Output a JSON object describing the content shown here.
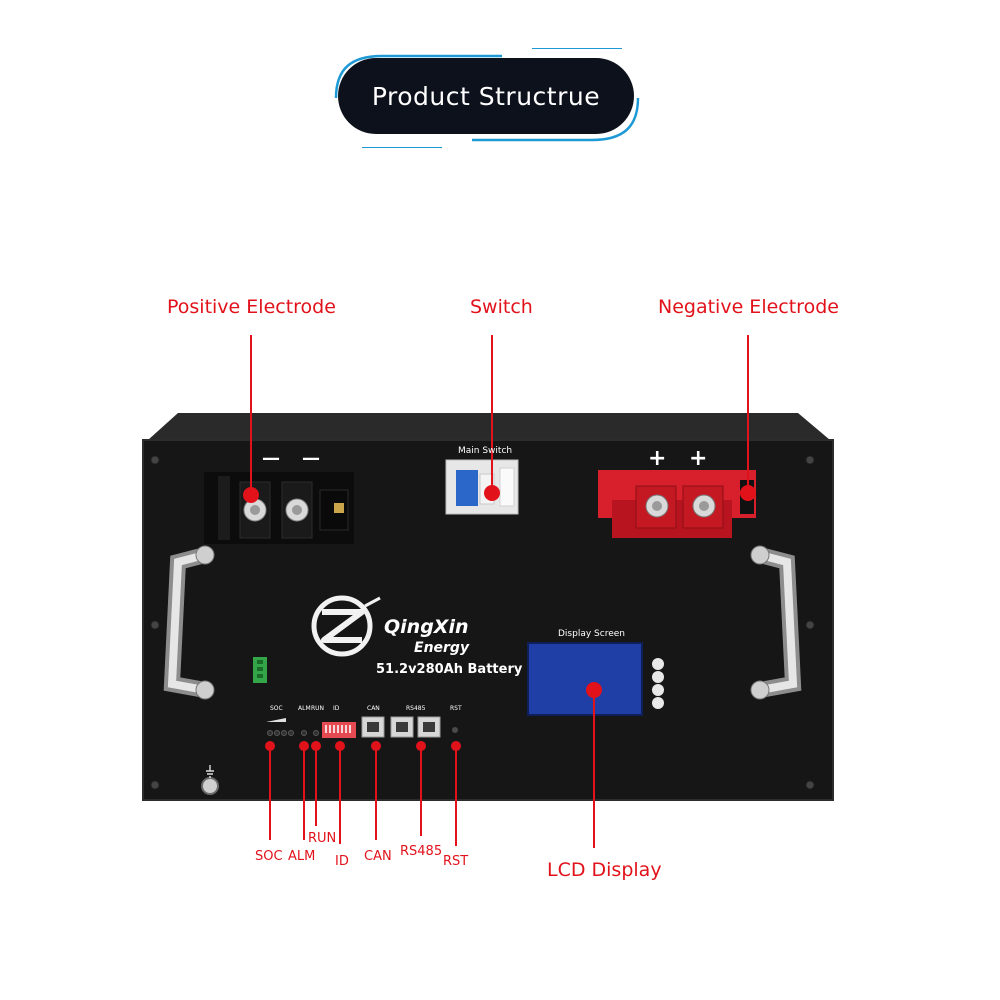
{
  "title": "Product Structrue",
  "panel": {
    "main_switch": "Main Switch",
    "brand_line1": "QingXin",
    "brand_line2": "Energy",
    "model": "51.2v280Ah Battery",
    "display_screen": "Display Screen",
    "neg_symbol": "—",
    "pos_symbol": "+",
    "ports": {
      "soc": "SOC",
      "alm": "ALM",
      "run": "RUN",
      "id": "ID",
      "can": "CAN",
      "rs485": "RS485",
      "rst": "RST"
    }
  },
  "callouts": {
    "positive_electrode": "Positive Electrode",
    "switch": "Switch",
    "negative_electrode": "Negative Electrode",
    "soc": "SOC",
    "alm": "ALM",
    "run": "RUN",
    "id": "ID",
    "can": "CAN",
    "rs485": "RS485",
    "rst": "RST",
    "lcd_display": "LCD Display"
  },
  "colors": {
    "callout_red": "#e2121b",
    "badge_bg": "#0d111c",
    "badge_accent": "#1d9ad6",
    "panel": "#141414",
    "terminal_red": "#d8202c",
    "lcd_blue": "#1f3fa6"
  }
}
